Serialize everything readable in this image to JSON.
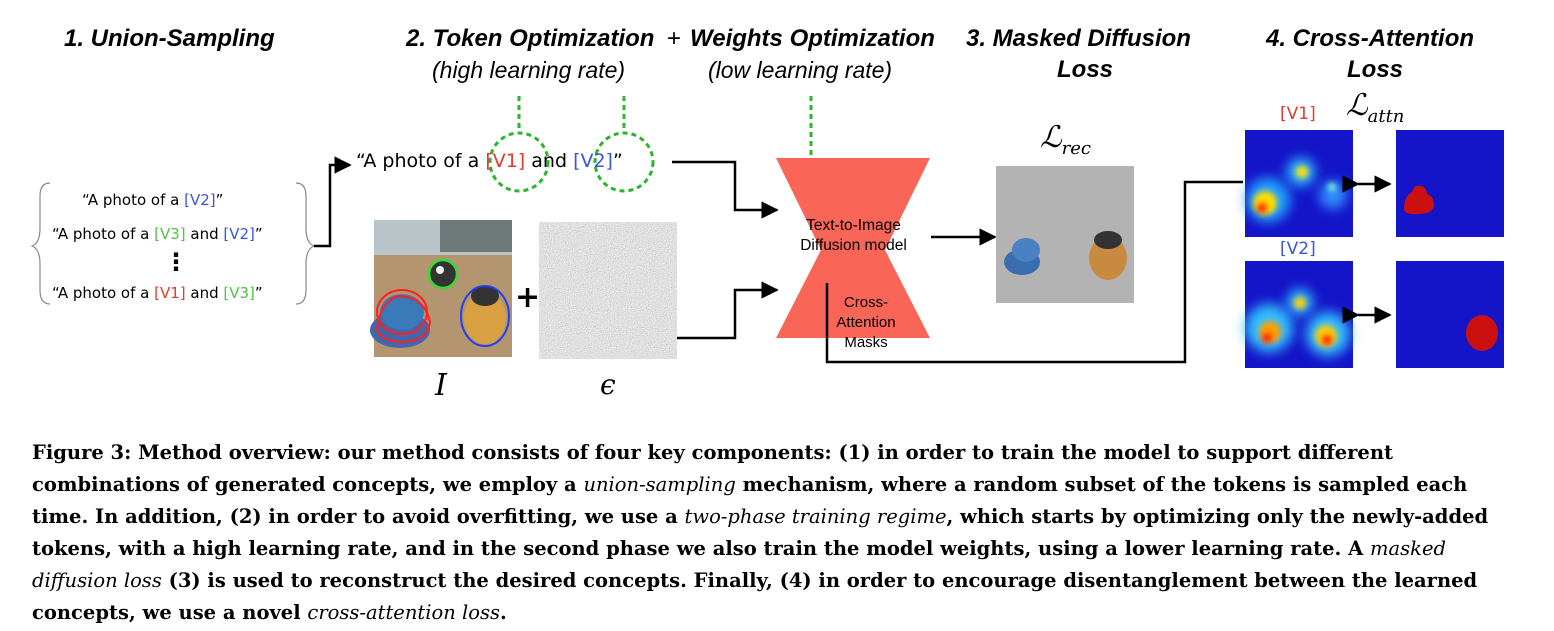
{
  "headers": {
    "union_sampling": "1. Union-Sampling",
    "token_opt": "2. Token Optimization",
    "plus": "+",
    "weights_opt": "Weights Optimization",
    "token_opt_sub": "(high learning rate)",
    "weights_opt_sub": "(low learning rate)",
    "masked_diffusion_1": "3. Masked Diffusion",
    "masked_diffusion_2": "Loss",
    "cross_attention_1": "4. Cross-Attention",
    "cross_attention_2": "Loss"
  },
  "union_prompts": {
    "p1_prefix": "“A photo of a ",
    "p1_tok": "[V2]",
    "p1_suffix": "”",
    "p2_prefix": "“A photo of a ",
    "p2_tok1": "[V3]",
    "p2_mid": " and ",
    "p2_tok2": "[V2]",
    "p2_suffix": "”",
    "ellipsis": "⋮",
    "p3_prefix": "“A photo of a ",
    "p3_tok1": "[V1]",
    "p3_mid": " and ",
    "p3_tok2": "[V3]",
    "p3_suffix": "”"
  },
  "main_prompt": {
    "prefix": "“A photo of a ",
    "tok1": "[V1]",
    "mid": " and ",
    "tok2": "[V2]",
    "suffix": "”"
  },
  "labels": {
    "image_symbol": "I",
    "noise_symbol": "ϵ",
    "plus": "+",
    "model_1": "Text-to-Image",
    "model_2": "Diffusion model",
    "masks_1": "Cross-",
    "masks_2": "Attention",
    "masks_3": "Masks",
    "loss_rec": "ℒ",
    "loss_rec_sub": "rec",
    "loss_attn": "ℒ",
    "loss_attn_sub": "attn",
    "attn_v1": "[V1]",
    "attn_v2": "[V2]"
  },
  "colors": {
    "v1": "#e8392b",
    "v2": "#3a55d9",
    "v3": "#4cc63a",
    "dashed": "#2bb52b",
    "model": "#f96556",
    "heatmap_bg": "#1414c8",
    "mask_red": "#cc1010"
  },
  "caption": {
    "part1": "Figure 3: Method overview: our method consists of four key components: (1) in order to train the model to support different combinations of generated concepts, we employ a ",
    "union_sampling": "union-sampling",
    "part2": " mechanism, where a random subset of the tokens is sampled each time. In addition, (2) in order to avoid overfitting, we use a ",
    "two_phase": "two-phase training regime",
    "part3": ", which starts by optimizing only the newly-added tokens, with a high learning rate, and in the second phase we also train the model weights, using a lower learning rate. A ",
    "masked_loss": "masked diffusion loss",
    "part4": " (3) is used to reconstruct the desired concepts. Finally, (4) in order to encourage disentanglement between the learned concepts, we use a novel ",
    "cross_loss": "cross-attention loss",
    "part5": "."
  }
}
